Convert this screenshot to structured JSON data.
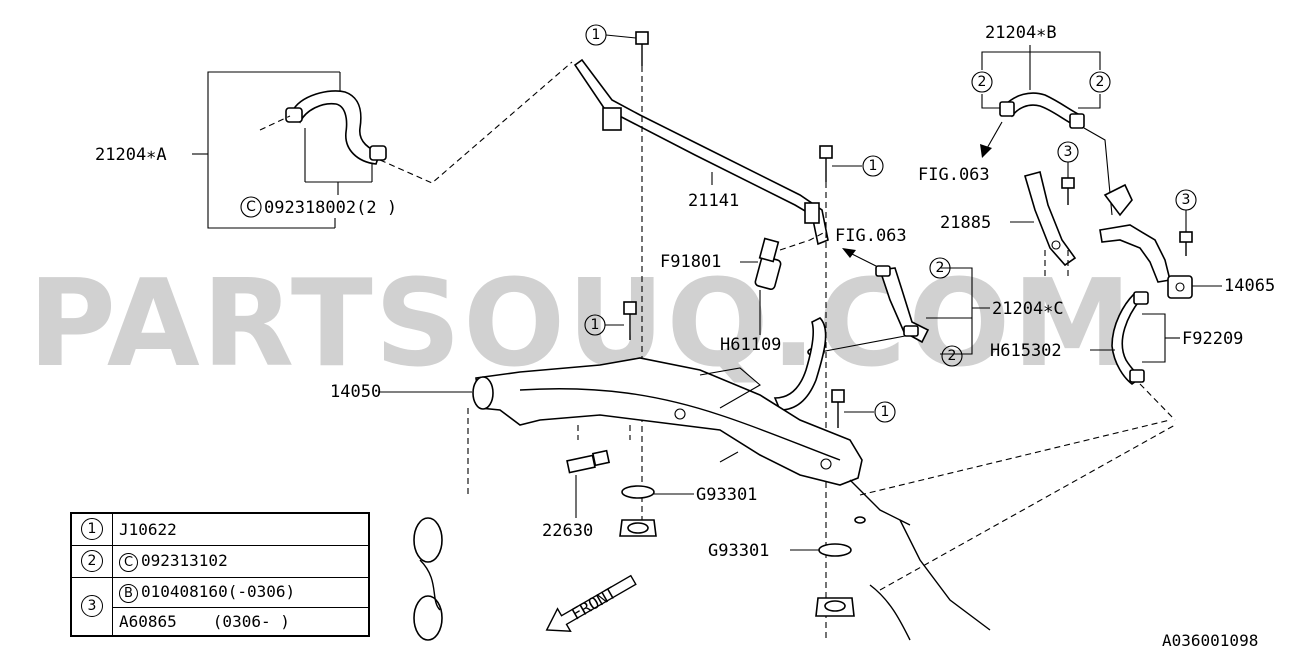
{
  "watermark": "PARTSOUQ.COM",
  "figure_id": "A036001098",
  "labels": {
    "l_21204A": "21204∗A",
    "l_092318002": "092318002(2 )",
    "l_092318002_prefix": "C",
    "l_21141": "21141",
    "l_21204B": "21204∗B",
    "l_fig063a": "FIG.063",
    "l_fig063b": "FIG.063",
    "l_21885": "21885",
    "l_14065": "14065",
    "l_F91801": "F91801",
    "l_21204C": "21204∗C",
    "l_H61109": "H61109",
    "l_H615302": "H615302",
    "l_F92209": "F92209",
    "l_14050": "14050",
    "l_G93301a": "G93301",
    "l_22630": "22630",
    "l_G93301b": "G93301",
    "l_front": "FRONT"
  },
  "callouts": {
    "c1": "1",
    "c2": "2",
    "c3": "3"
  },
  "legend": {
    "rows": [
      {
        "key": "1",
        "prefix": "",
        "code": "J10622",
        "range": ""
      },
      {
        "key": "2",
        "prefix": "C",
        "code": "092313102",
        "range": ""
      },
      {
        "key": "3",
        "prefix": "B",
        "code": "010408160",
        "range": "(-0306)"
      },
      {
        "key": "",
        "prefix": "",
        "code": "A60865",
        "range": "(0306- )"
      }
    ]
  }
}
